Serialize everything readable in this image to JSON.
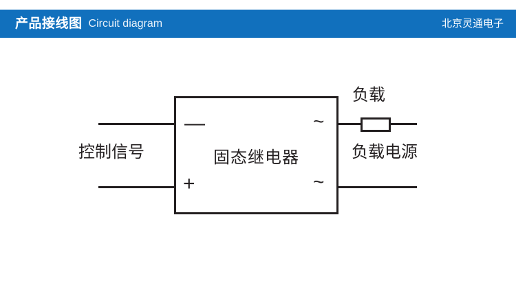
{
  "header": {
    "title_cn": "产品接线图",
    "title_en": "Circuit diagram",
    "brand": "北京灵通电子",
    "background_color": "#1170bd",
    "text_color": "#ffffff"
  },
  "diagram": {
    "type": "circuit-schematic",
    "line_color": "#231f20",
    "background_color": "#ffffff",
    "relay_box": {
      "label": "固态继电器",
      "terminals": {
        "input_negative": "—",
        "input_positive": "+",
        "output_ac_top": "~",
        "output_ac_bottom": "~"
      }
    },
    "labels": {
      "control_signal": "控制信号",
      "load": "负载",
      "load_power": "负载电源"
    },
    "components": [
      {
        "name": "load-resistor",
        "symbol": "rectangle",
        "label": "负载"
      }
    ]
  }
}
